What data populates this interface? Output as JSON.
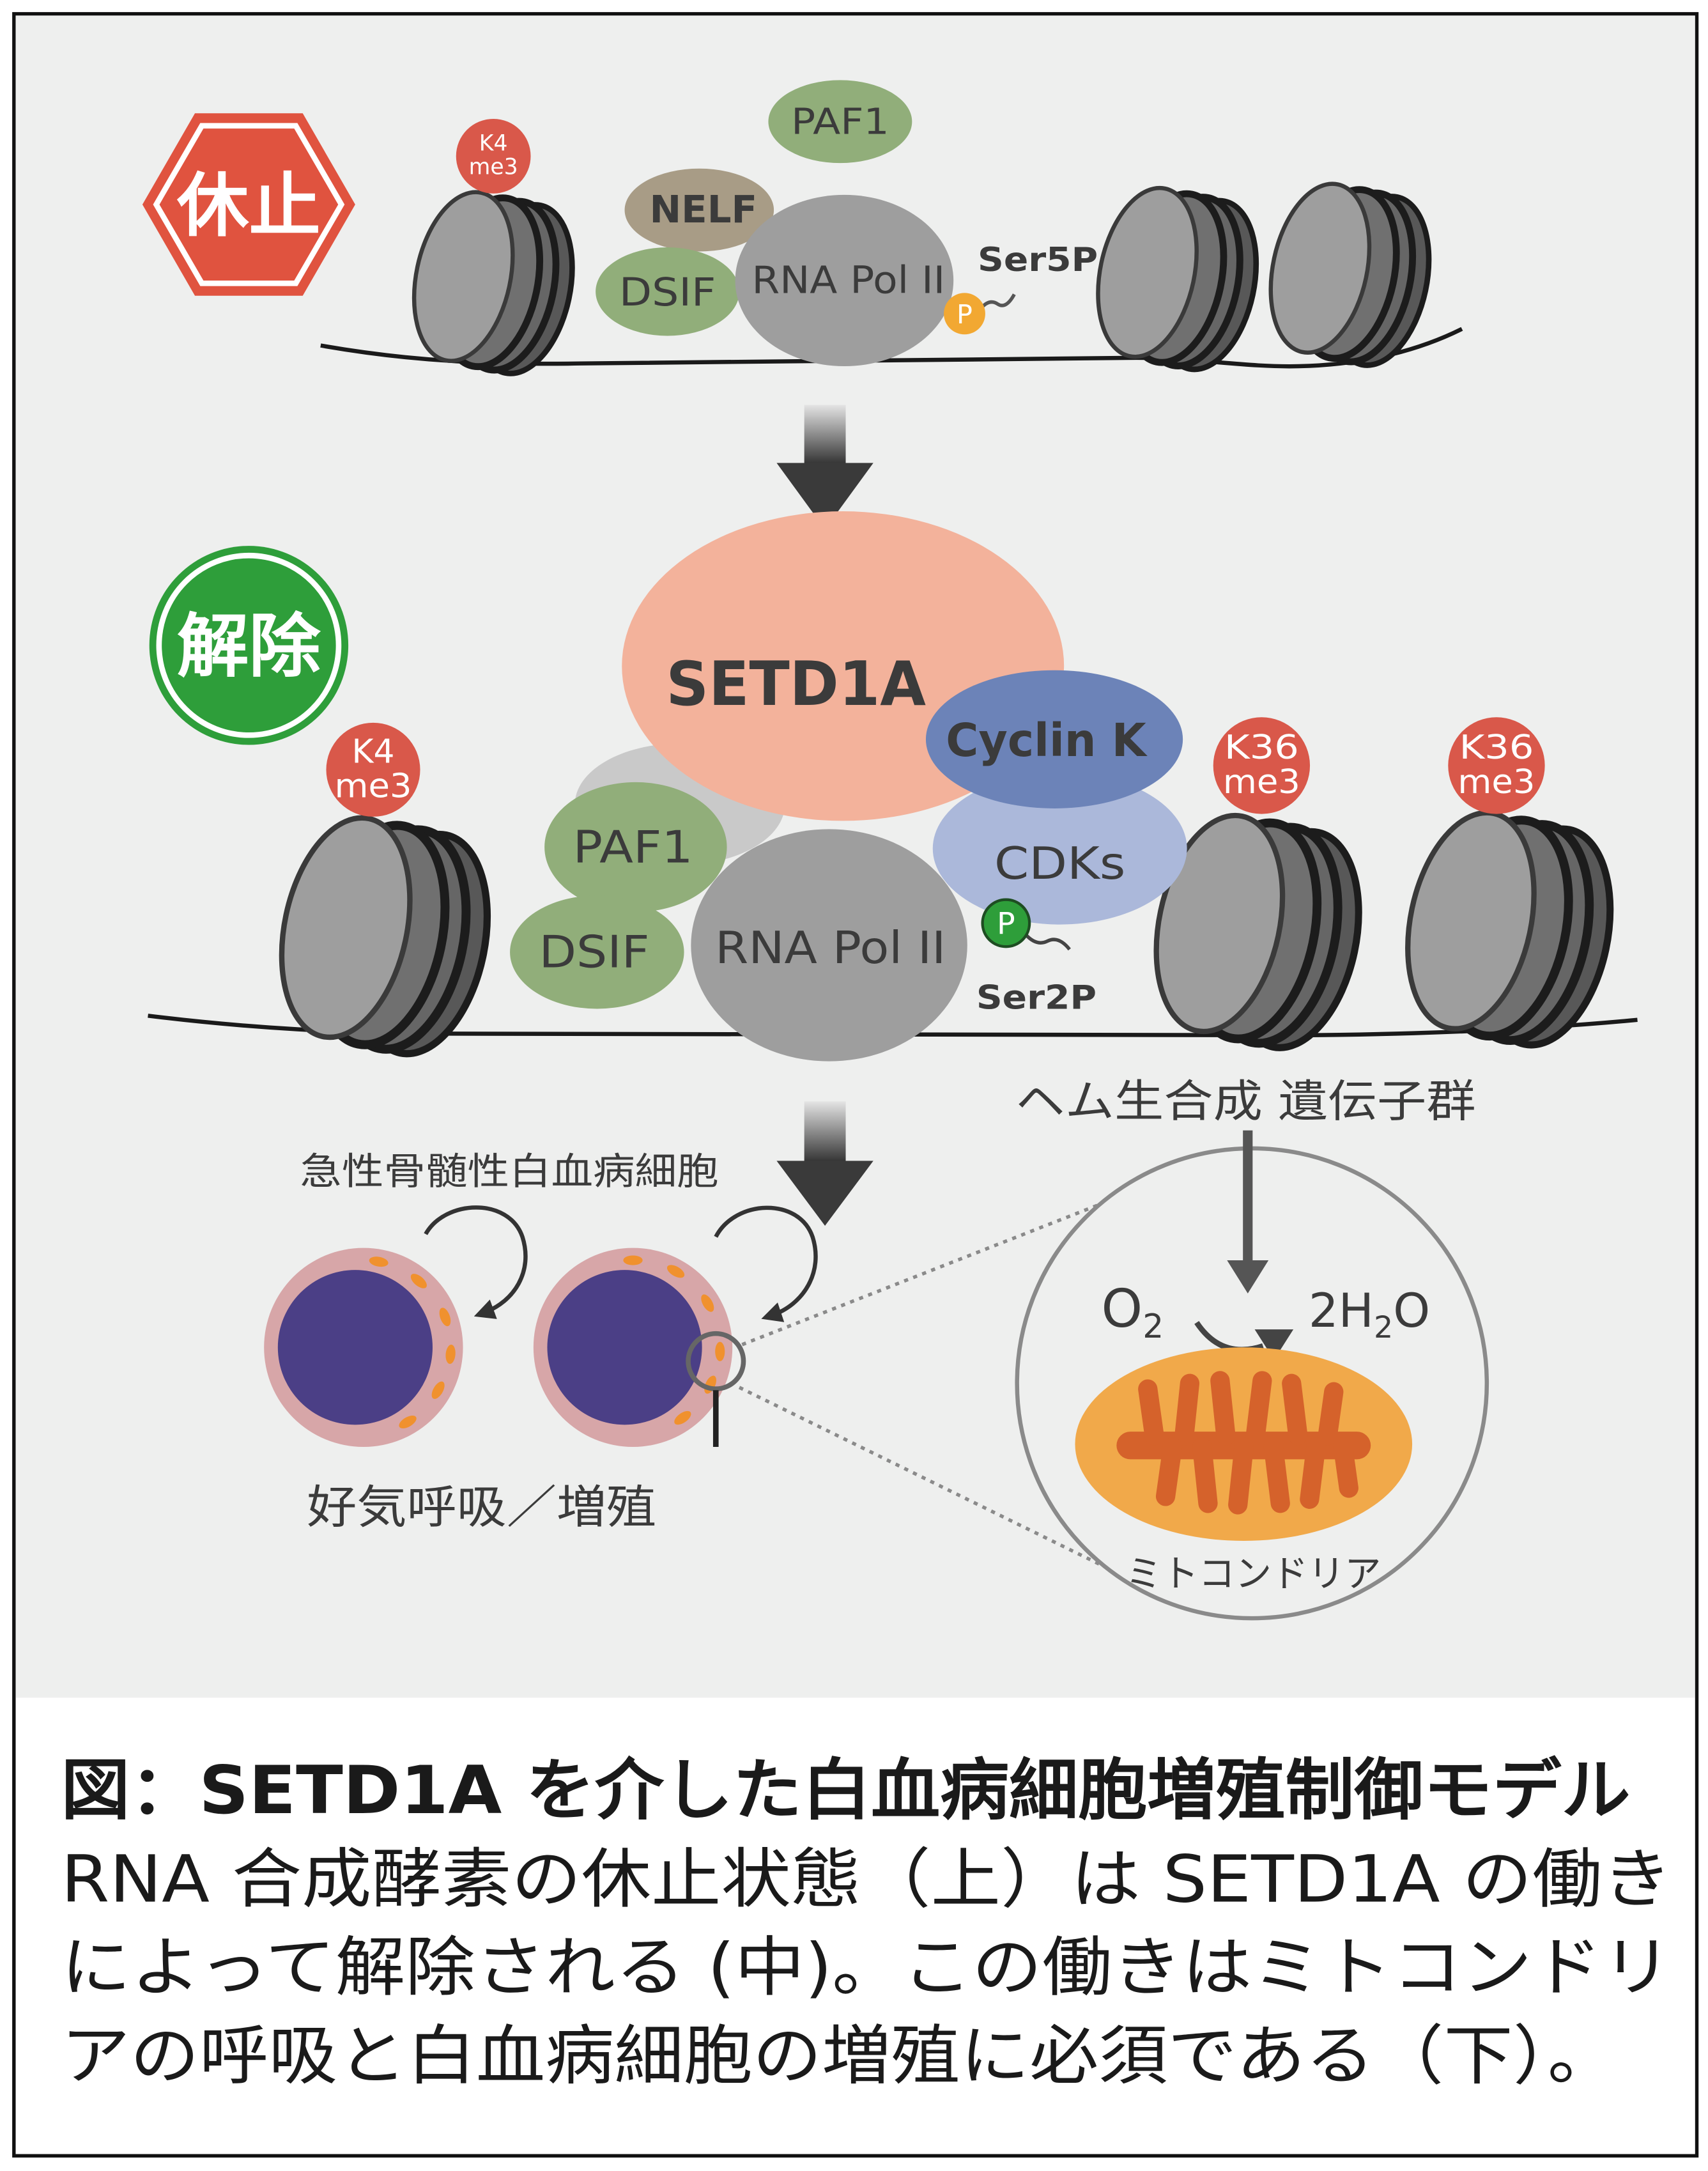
{
  "figure": {
    "status_paused": "休止",
    "status_released": "解除",
    "paused_state": {
      "mark": {
        "top": "K4",
        "bottom": "me3"
      },
      "proteins": {
        "paf1": "PAF1",
        "nelf": "NELF",
        "dsif": "DSIF",
        "rna_pol": "RNA Pol II"
      },
      "phospho": "P",
      "phospho_site": "Ser5P"
    },
    "released_state": {
      "k4_mark": {
        "top": "K4",
        "bottom": "me3"
      },
      "k36_marks": [
        {
          "top": "K36",
          "bottom": "me3"
        },
        {
          "top": "K36",
          "bottom": "me3"
        }
      ],
      "proteins": {
        "setd1a": "SETD1A",
        "cyclin_k": "Cyclin K",
        "cdks": "CDKs",
        "paf1": "PAF1",
        "dsif": "DSIF",
        "rna_pol": "RNA Pol II"
      },
      "phospho": "P",
      "phospho_site": "Ser2P"
    },
    "outcome": {
      "gene_label": "ヘム生合成 遺伝子群",
      "cell_label": "急性骨髄性白血病細胞",
      "outcome_label": "好気呼吸／増殖",
      "reactant": {
        "base": "O",
        "sub": "2"
      },
      "product": {
        "pre": "2H",
        "sub": "2",
        "post": "O"
      },
      "organelle_label": "ミトコンドリア"
    }
  },
  "caption": {
    "title": "図：SETD1A を介した白血病細胞増殖制御モデル",
    "lines": [
      "RNA 合成酵素の休止状態（上）は SETD1A の働き",
      "によって解除される (中)。この働きはミトコンドリ",
      "アの呼吸と白血病細胞の増殖に必須である（下）。"
    ]
  },
  "colors": {
    "background": "#eeefee",
    "stop_red": "#e0533f",
    "release_green": "#2e9e3a",
    "mark_red": "#d9584a",
    "setd1a": "#f3b29b",
    "cyclin_k": "#6c83b8",
    "cdks": "#abb8da",
    "protein_green": "#91ae7a",
    "nelf": "#a89c86",
    "rna_pol": "#9e9e9e",
    "phospho_orange": "#f2a832",
    "mitochondria": "#f1a94a",
    "cristae": "#d5622b",
    "cell_cytoplasm": "#d7a6a8",
    "cell_nucleus": "#4b3f86",
    "cell_mitochondria": "#f0912e"
  }
}
